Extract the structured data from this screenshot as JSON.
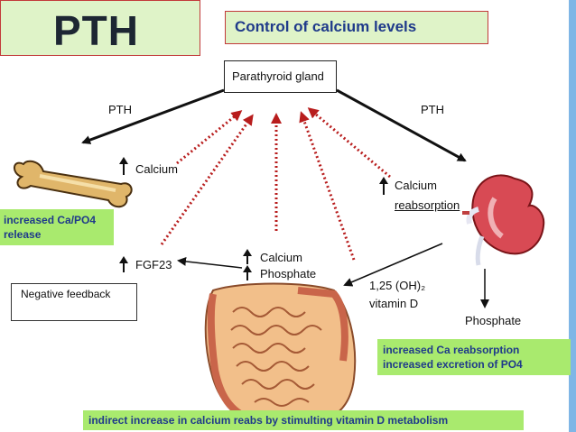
{
  "title": "PTH",
  "subtitle": "Control of calcium levels",
  "gland_label": "Parathyroid gland",
  "pth_left": "PTH",
  "pth_right": "PTH",
  "calcium_bone": "Calcium",
  "calcium_reabs_1": "Calcium",
  "calcium_reabs_2": "reabsorption",
  "fgf23": "FGF23",
  "gut_calcium": "Calcium",
  "gut_phosphate": "Phosphate",
  "vitd_1": "1,25 (OH)₂",
  "vitd_2": "vitamin D",
  "phosphate_kidney": "Phosphate",
  "legend_label": "Negative feedback",
  "bone_note_1": "increased Ca/PO4",
  "bone_note_2": "release",
  "kidney_note_1": "increased Ca reabsorption",
  "kidney_note_2": "increased excretion of PO4",
  "bottom_note": "indirect increase in calcium reabs by stimulting vitamin D metabolism",
  "colors": {
    "title_bg": "#dff3c8",
    "note_bg": "#a9ea6e",
    "note_text": "#1f3a8a",
    "feedback": "#b81d1d"
  },
  "icons": [
    "bone-image",
    "kidney-image",
    "intestine-image",
    "up-arrow-icon"
  ]
}
